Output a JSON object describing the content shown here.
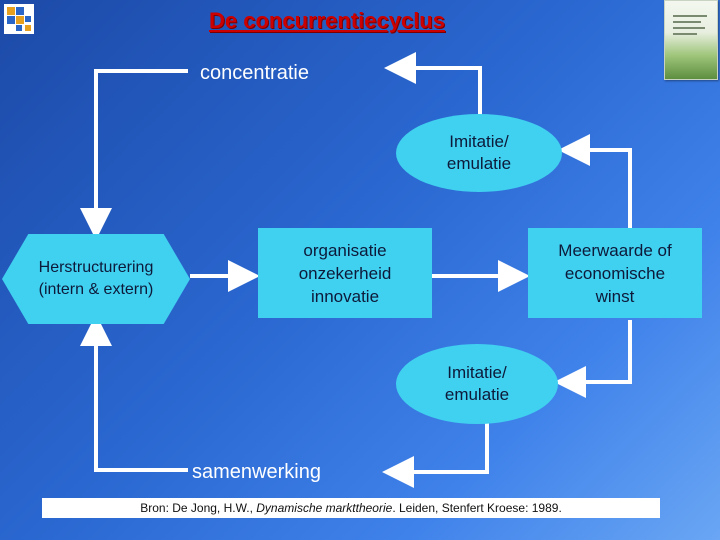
{
  "title": "De concurrentiecyclus",
  "nodes": {
    "concentratie": "concentratie",
    "imitatie_top": [
      "Imitatie/",
      "emulatie"
    ],
    "herstructurering": [
      "Herstructurering",
      "(intern & extern)"
    ],
    "organisatie": [
      "organisatie",
      "onzekerheid",
      "innovatie"
    ],
    "meerwaarde": [
      "Meerwaarde of",
      "economische",
      "winst"
    ],
    "imitatie_bottom": [
      "Imitatie/",
      "emulatie"
    ],
    "samenwerking": "samenwerking"
  },
  "source": {
    "prefix": "Bron: De Jong, H.W., ",
    "italic": "Dynamische markttheorie",
    "suffix": ". Leiden, Stenfert Kroese: 1989."
  },
  "colors": {
    "node_fill": "#40d0f0",
    "arrow": "#ffffff",
    "title": "#cc0000"
  },
  "icons": {
    "logo": "cube-logo-icon",
    "book": "book-cover-thumbnail"
  }
}
